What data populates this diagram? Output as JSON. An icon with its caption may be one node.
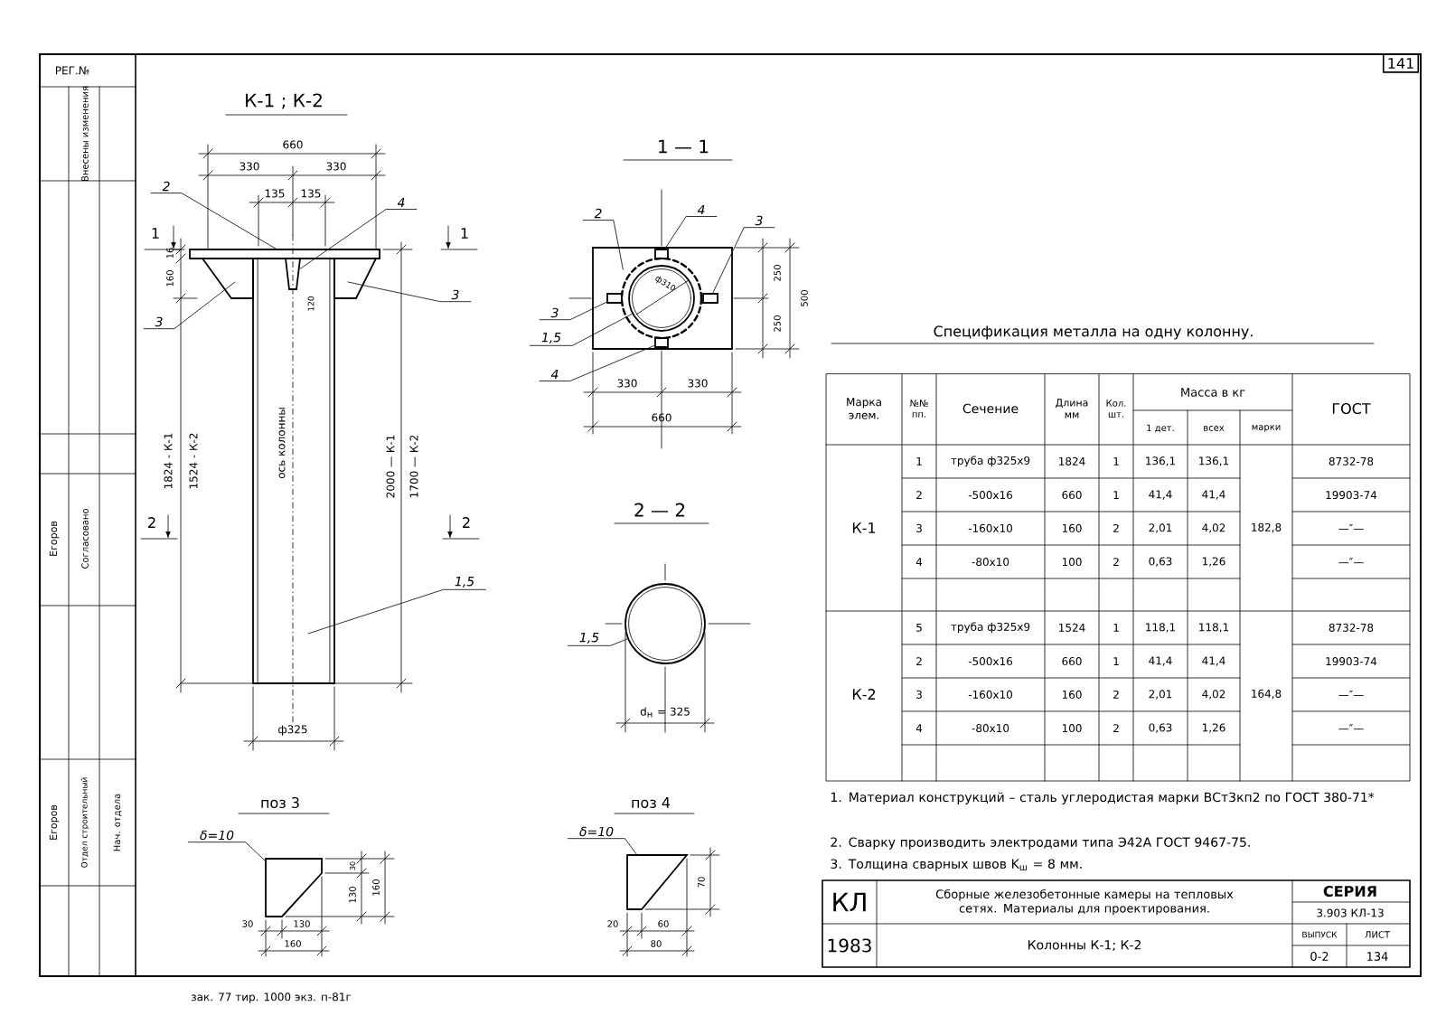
{
  "diagram": {
    "nodes": [
      {
        "text": [
          "2"
        ]
      },
      {
        "text": [
          "4"
        ]
      },
      {
        "text": [
          "3"
        ]
      },
      {
        "text": [
          "3"
        ]
      },
      {
        "text": [
          "1,5"
        ]
      },
      {
        "text": [
          "2"
        ]
      },
      {
        "text": [
          "4"
        ]
      },
      {
        "text": [
          "3"
        ]
      },
      {
        "text": [
          "3"
        ]
      },
      {
        "text": [
          "1,5"
        ]
      },
      {
        "text": [
          "4"
        ]
      },
      {
        "text": [
          "1,5"
        ]
      },
      {
        "text": [
          "δ=10"
        ]
      },
      {
        "text": [
          "δ=10"
        ]
      },
      {
        "text": [],
        "shape": "box"
      },
      {
        "text": [],
        "shape": "box"
      },
      {
        "text": [],
        "shape": "box"
      },
      {
        "text": [],
        "shape": "box"
      },
      {
        "text": [],
        "shape": "box",
        "in": 17
      },
      {
        "text": [],
        "shape": "box"
      },
      {
        "text": [],
        "shape": "circle",
        "in": 19
      },
      {
        "text": [],
        "shape": "box",
        "in": 19
      },
      {
        "text": [],
        "shape": "box",
        "in": 19
      },
      {
        "text": [],
        "shape": "box",
        "in": 19
      },
      {
        "text": [],
        "shape": "box",
        "in": 19
      },
      {
        "text": [],
        "shape": "circle"
      },
      {
        "text": [],
        "shape": "box"
      },
      {
        "text": [],
        "shape": "box"
      }
    ],
    "edges": [
      {
        "from": 0,
        "to": 14,
        "arrow": "none"
      },
      {
        "from": 1,
        "to": 18,
        "arrow": "none"
      },
      {
        "from": 2,
        "to": 15,
        "arrow": "none"
      },
      {
        "from": 3,
        "to": 16,
        "arrow": "none"
      },
      {
        "from": 4,
        "to": 17,
        "arrow": "none"
      },
      {
        "from": 5,
        "to": 19,
        "arrow": "none"
      },
      {
        "from": 6,
        "to": 21,
        "arrow": "none"
      },
      {
        "from": 7,
        "to": 22,
        "arrow": "none"
      },
      {
        "from": 8,
        "to": 23,
        "arrow": "none"
      },
      {
        "from": 9,
        "to": 20,
        "arrow": "none"
      },
      {
        "from": 10,
        "to": 24,
        "arrow": "none"
      },
      {
        "from": 11,
        "to": 25,
        "arrow": "none"
      },
      {
        "from": 12,
        "to": 26,
        "arrow": "none"
      },
      {
        "from": 13,
        "to": 27,
        "arrow": "none"
      }
    ],
    "labels": [
      "РЕГ.№",
      "141",
      "Внесены изменения",
      "Согласовано",
      "Егоров",
      "Отдел строительный",
      "Егоров",
      "Нач. отдела",
      "К-1 ; К-2",
      "660",
      "330",
      "330",
      "135",
      "135",
      "16",
      "160",
      "120",
      "1824 - К-1",
      "1524 - К-2",
      "ось колонны",
      "2000 — К-1",
      "1700 — К-2",
      "ф325",
      "1",
      "1",
      "2",
      "2",
      "1 — 1",
      "ф310",
      "250",
      "250",
      "500",
      "330",
      "330",
      "660",
      "2 — 2",
      "d$_{н}$ = 325",
      "Спецификация металла на одну колонну.",
      "Марка элем.",
      "№№ пп.",
      "Сечение",
      "Длина мм",
      "Кол. шт.",
      "Масса в кг",
      "ГОСТ",
      "1 дет.",
      "всех",
      "марки",
      "К-1",
      "1",
      "труба ф325х9",
      "1824",
      "1",
      "136,1",
      "136,1",
      "182,8",
      "8732-78",
      "2",
      "-500х16",
      "660",
      "1",
      "41,4",
      "41,4",
      "19903-74",
      "3",
      "-160х10",
      "160",
      "2",
      "2,01",
      "4,02",
      "—″—",
      "4",
      "-80х10",
      "100",
      "2",
      "0,63",
      "1,26",
      "—″—",
      "К-2",
      "5",
      "труба ф325х9",
      "1524",
      "1",
      "118,1",
      "118,1",
      "164,8",
      "8732-78",
      "2",
      "-500х16",
      "660",
      "1",
      "41,4",
      "41,4",
      "19903-74",
      "3",
      "-160х10",
      "160",
      "2",
      "2,01",
      "4,02",
      "—″—",
      "4",
      "-80х10",
      "100",
      "2",
      "0,63",
      "1,26",
      "—″—",
      "1. Материал конструкций – сталь углеродистая марки ВСт3кп2 по ГОСТ 380-71*",
      "2. Сварку производить электродами типа Э42А ГОСТ 9467-75.",
      "3. Толщина сварных швов K$_{ш}$ = 8 мм.",
      "КЛ",
      "Сборные железобетонные камеры на тепловых сетях. Материалы для проектирования.",
      "СЕРИЯ",
      "3.903 КЛ-13",
      "1983",
      "Колонны К-1; К-2",
      "ВЫПУСК",
      "ЛИСТ",
      "0-2",
      "134",
      "поз 3",
      "30",
      "130",
      "160",
      "30",
      "130",
      "160",
      "поз 4",
      "70",
      "20",
      "60",
      "80",
      "зак. 77 тир. 1000 экз. п-81г"
    ]
  }
}
